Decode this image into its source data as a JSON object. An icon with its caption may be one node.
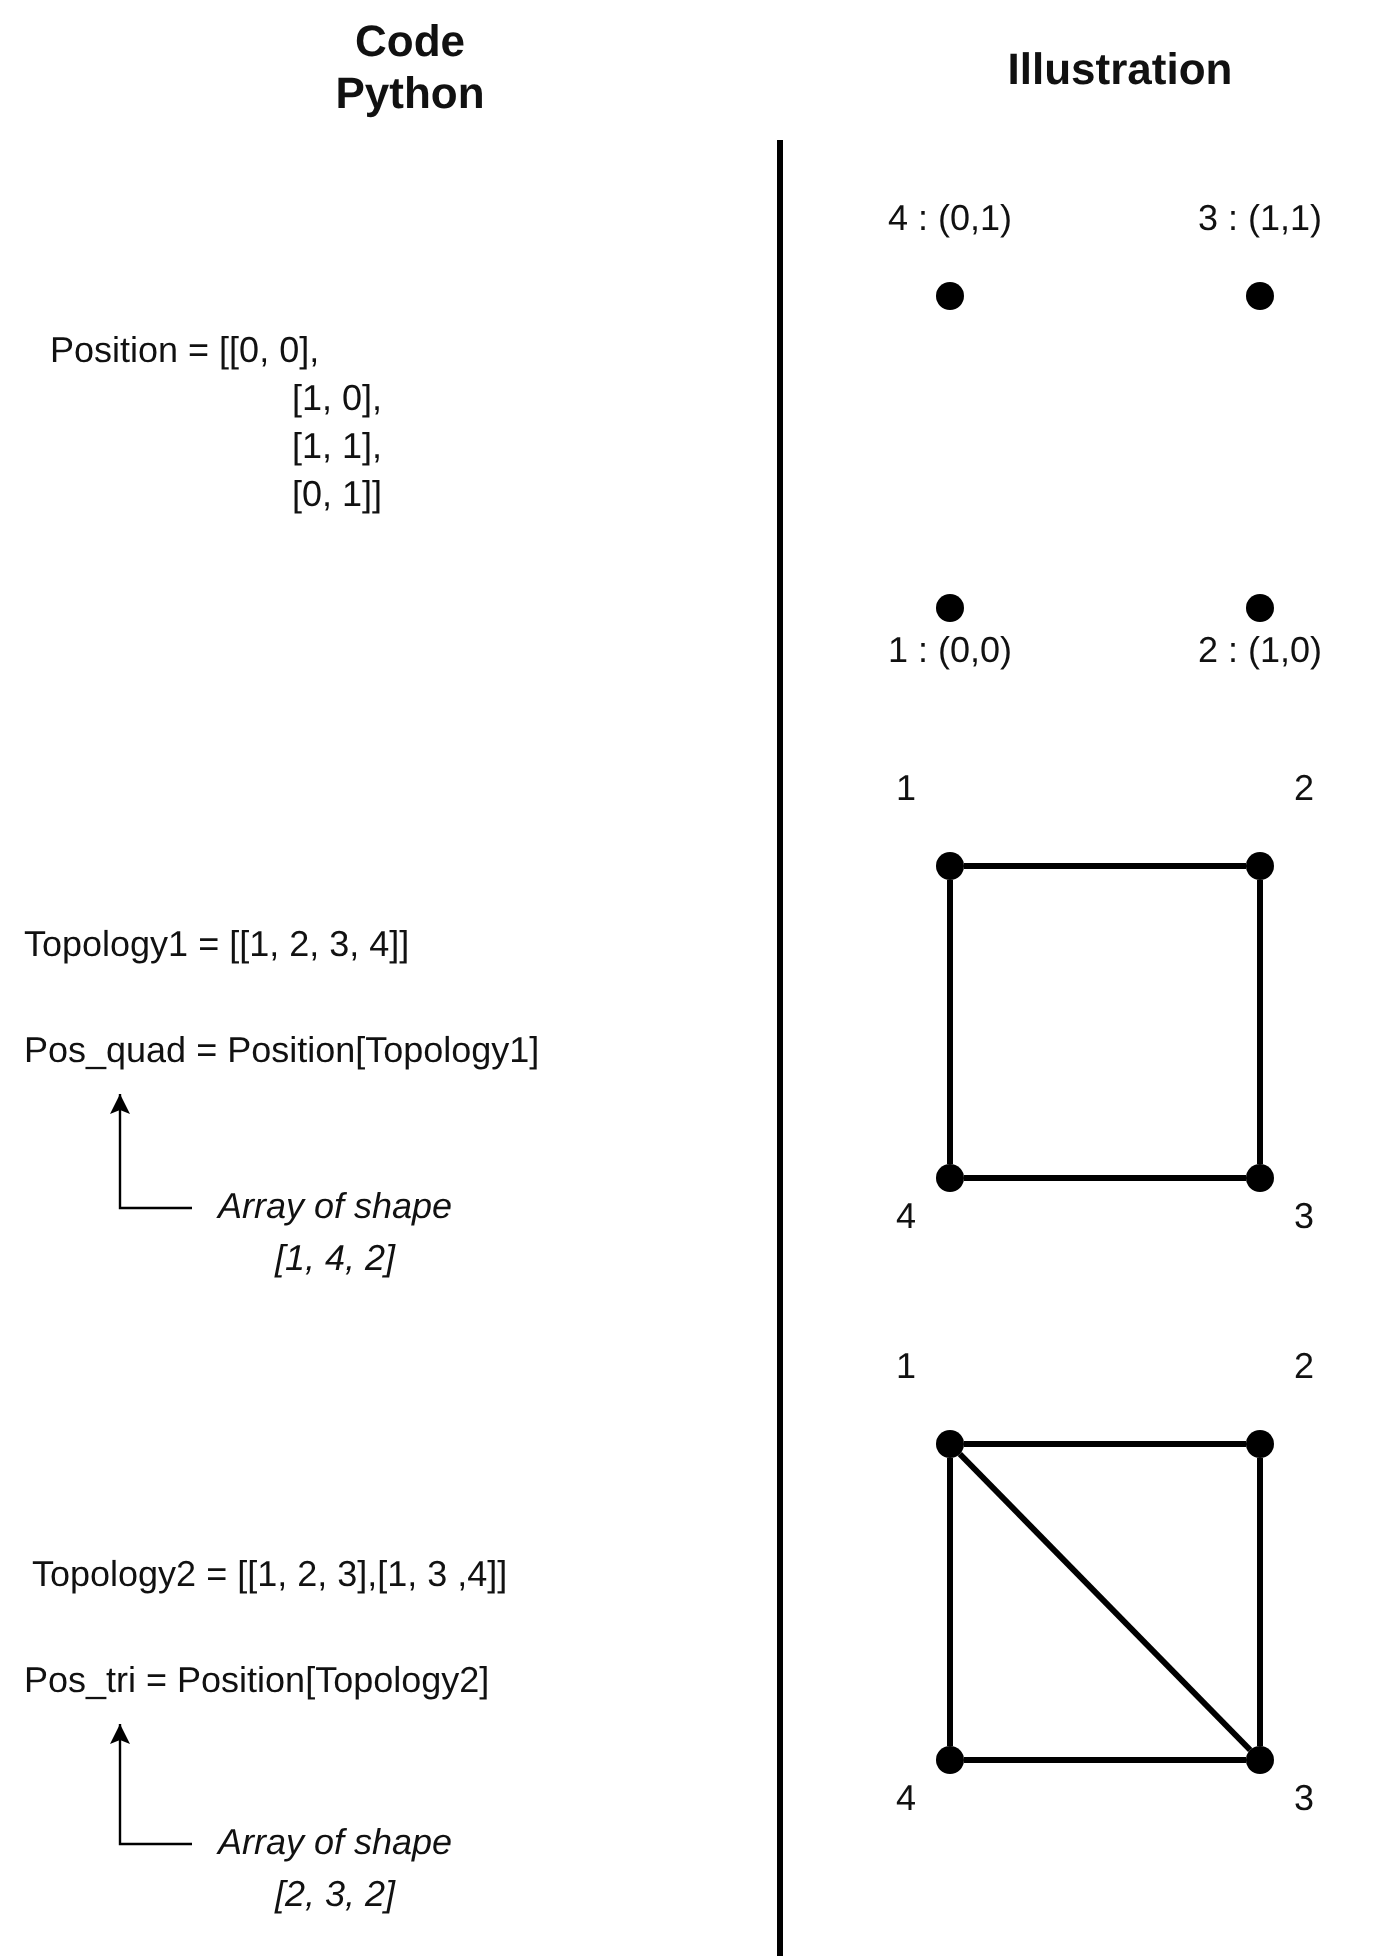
{
  "diagram": {
    "nodes": [
      {
        "text": [],
        "shape": "circle",
        "beside": [
          "4 : (0,1)"
        ]
      },
      {
        "text": [],
        "shape": "circle",
        "beside": [
          "3 : (1,1)"
        ]
      },
      {
        "text": [],
        "shape": "circle",
        "beside": [
          "1 : (0,0)"
        ]
      },
      {
        "text": [],
        "shape": "circle",
        "beside": [
          "2 : (1,0)"
        ]
      },
      {
        "text": [
          "Pos_quad = Position[Topology1]"
        ]
      },
      {
        "text": [],
        "shape": "circle",
        "beside": [
          "1"
        ]
      },
      {
        "text": [],
        "shape": "circle",
        "beside": [
          "2"
        ]
      },
      {
        "text": [],
        "shape": "circle",
        "beside": [
          "4"
        ]
      },
      {
        "text": [],
        "shape": "circle",
        "beside": [
          "3"
        ]
      },
      {
        "text": [
          "Array of shape [1, 4, 2]"
        ]
      },
      {
        "text": [],
        "shape": "circle",
        "beside": [
          "1"
        ]
      },
      {
        "text": [],
        "shape": "circle",
        "beside": [
          "2"
        ]
      },
      {
        "text": [
          "Pos_tri = Position[Topology2]"
        ]
      },
      {
        "text": [],
        "shape": "circle",
        "beside": [
          "4"
        ]
      },
      {
        "text": [],
        "shape": "circle",
        "beside": [
          "3"
        ]
      },
      {
        "text": [
          "Array of shape [2, 3, 2]"
        ]
      }
    ],
    "edges": [
      {
        "from": 9,
        "to": 4,
        "arrow": "to"
      },
      {
        "from": 5,
        "to": 6,
        "arrow": "none"
      },
      {
        "from": 6,
        "to": 8,
        "arrow": "none"
      },
      {
        "from": 8,
        "to": 7,
        "arrow": "none"
      },
      {
        "from": 7,
        "to": 5,
        "arrow": "none"
      },
      {
        "from": 15,
        "to": 12,
        "arrow": "to"
      },
      {
        "from": 10,
        "to": 11,
        "arrow": "none"
      },
      {
        "from": 11,
        "to": 14,
        "arrow": "none"
      },
      {
        "from": 14,
        "to": 13,
        "arrow": "none"
      },
      {
        "from": 13,
        "to": 10,
        "arrow": "none"
      },
      {
        "from": 10,
        "to": 14,
        "arrow": "none"
      }
    ],
    "labels": [
      "Code Python",
      "Illustration",
      "Position = [[0, 0], [1, 0], [1, 1], [0, 1]]",
      "Topology1 = [[1, 2, 3, 4]]",
      "Topology2 = [[1, 2, 3],[1, 3 ,4]]"
    ]
  }
}
